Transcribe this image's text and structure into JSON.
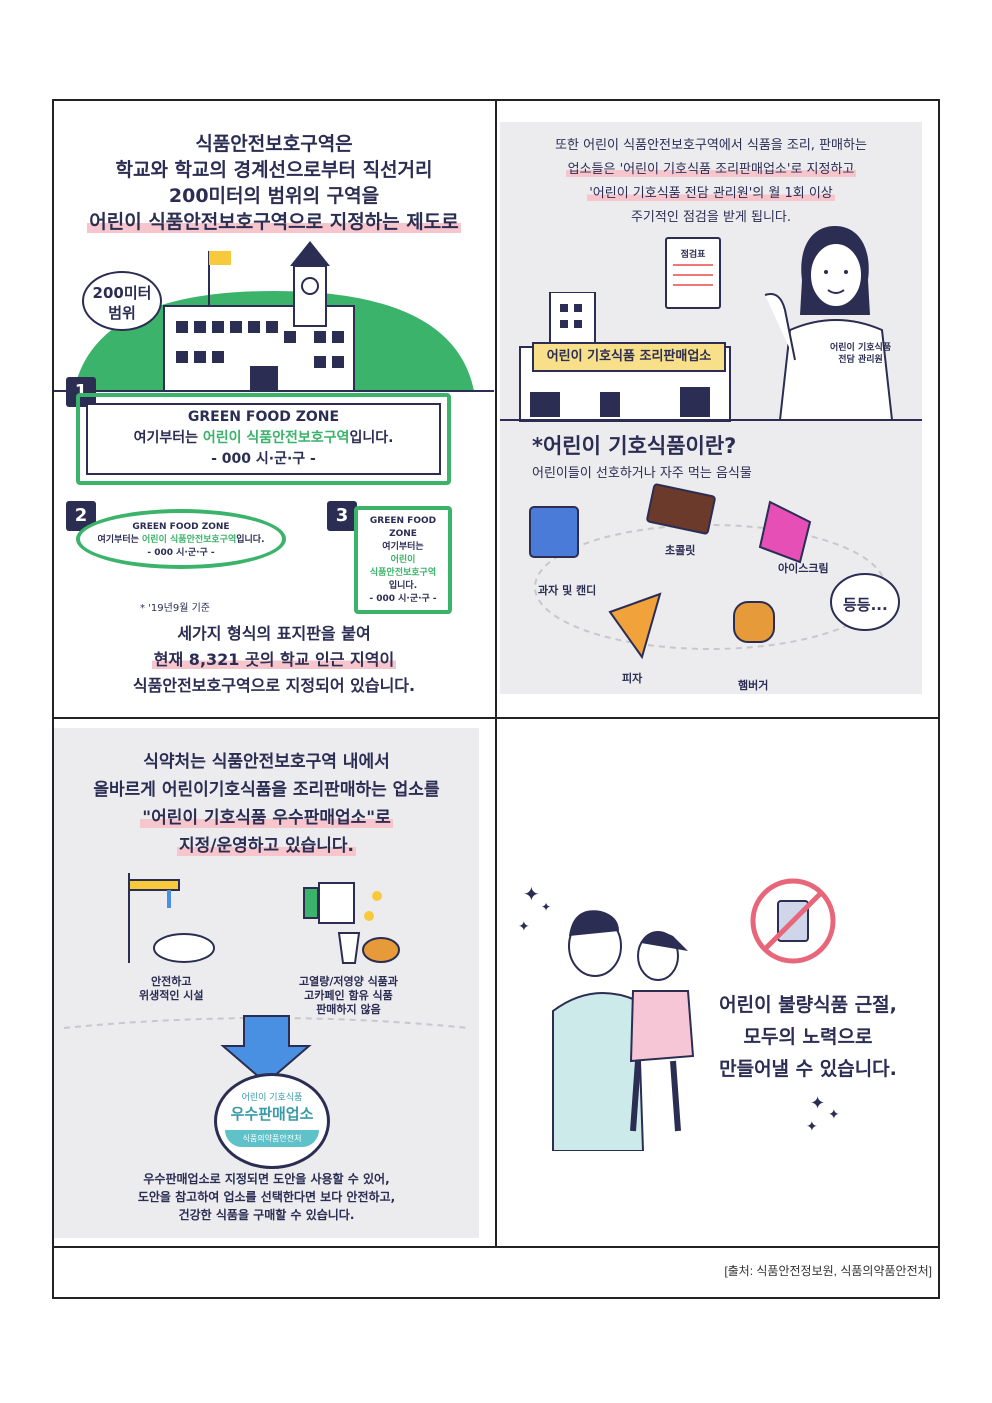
{
  "panel1": {
    "title_lines": [
      "식품안전보호구역은",
      "학교와 학교의 경계선으로부터 직선거리",
      "200미터의 범위의 구역을",
      "어린이 식품안전보호구역으로 지정하는 제도로"
    ],
    "bubble": [
      "200미터",
      "범위"
    ],
    "sign1": {
      "num": "1",
      "line1": "GREEN FOOD ZONE",
      "line2_pre": "여기부터는 ",
      "line2_hl": "어린이 식품안전보호구역",
      "line2_post": "입니다.",
      "line3": "- 000 시·군·구 -"
    },
    "sign2": {
      "num": "2",
      "line1": "GREEN FOOD ZONE",
      "line2_pre": "여기부터는 ",
      "line2_hl": "어린이 식품안전보호구역",
      "line2_post": "입니다.",
      "line3": "- 000 시·군·구 -"
    },
    "sign3": {
      "num": "3",
      "line1": "GREEN FOOD ZONE",
      "line2": "여기부터는",
      "line3": "어린이",
      "line4": "식품안전보호구역",
      "line5": "입니다.",
      "line6": "- 000 시·군·구 -"
    },
    "footnote": "* '19년9월 기준",
    "bottom_lines": [
      "세가지 형식의 표지판을 붙여",
      "현재 8,321 곳의 학교 인근 지역이",
      "식품안전보호구역으로 지정되어 있습니다."
    ]
  },
  "panel2": {
    "top_lines": [
      "또한 어린이 식품안전보호구역에서 식품을 조리, 판매하는",
      "업소들은 '어린이 기호식품 조리판매업소'로 지정하고",
      "'어린이 기호식품 전담 관리원'의 월 1회 이상",
      "주기적인 점검을 받게 됩니다."
    ],
    "checklist": "점검표",
    "store_sign": "어린이 기호식품 조리판매업소",
    "manager": [
      "어린이 기호식품",
      "전담 관리원"
    ],
    "def_title": "*어린이 기호식품이란?",
    "def_sub": "어린이들이 선호하거나 자주 먹는 음식물",
    "foods": {
      "snack": "과자 및 캔디",
      "choco": "초콜릿",
      "ice": "아이스크림",
      "pizza": "피자",
      "burger": "햄버거",
      "etc": "등등..."
    }
  },
  "panel3": {
    "title_lines": [
      "식약처는 식품안전보호구역 내에서",
      "올바르게 어린이기호식품을 조리판매하는 업소를",
      "\"어린이 기호식품 우수판매업소\"로",
      "지정/운영하고 있습니다."
    ],
    "cap_left": [
      "안전하고",
      "위생적인 시설"
    ],
    "cap_right": [
      "고열량/저영양 식품과",
      "고카페인 함유 식품",
      "판매하지 않음"
    ],
    "emblem": {
      "top": "어린이 기호식품",
      "main": "우수판매업소",
      "bottom": "식품의약품안전처"
    },
    "bottom_lines": [
      "우수판매업소로 지정되면 도안을 사용할 수 있어,",
      "도안을 참고하여 업소를 선택한다면 보다 안전하고,",
      "건강한 식품을 구매할 수 있습니다."
    ]
  },
  "panel4": {
    "lines": [
      "어린이 불량식품 근절,",
      "모두의 노력으로",
      "만들어낼 수 있습니다."
    ]
  },
  "source": "[출처: 식품안전정보원, 식품의약품안전처]",
  "colors": {
    "navy": "#2b2d52",
    "green": "#3bb36a",
    "highlight": "#f7c6cc",
    "store": "#f8e08a",
    "arrow": "#4a90e2"
  }
}
